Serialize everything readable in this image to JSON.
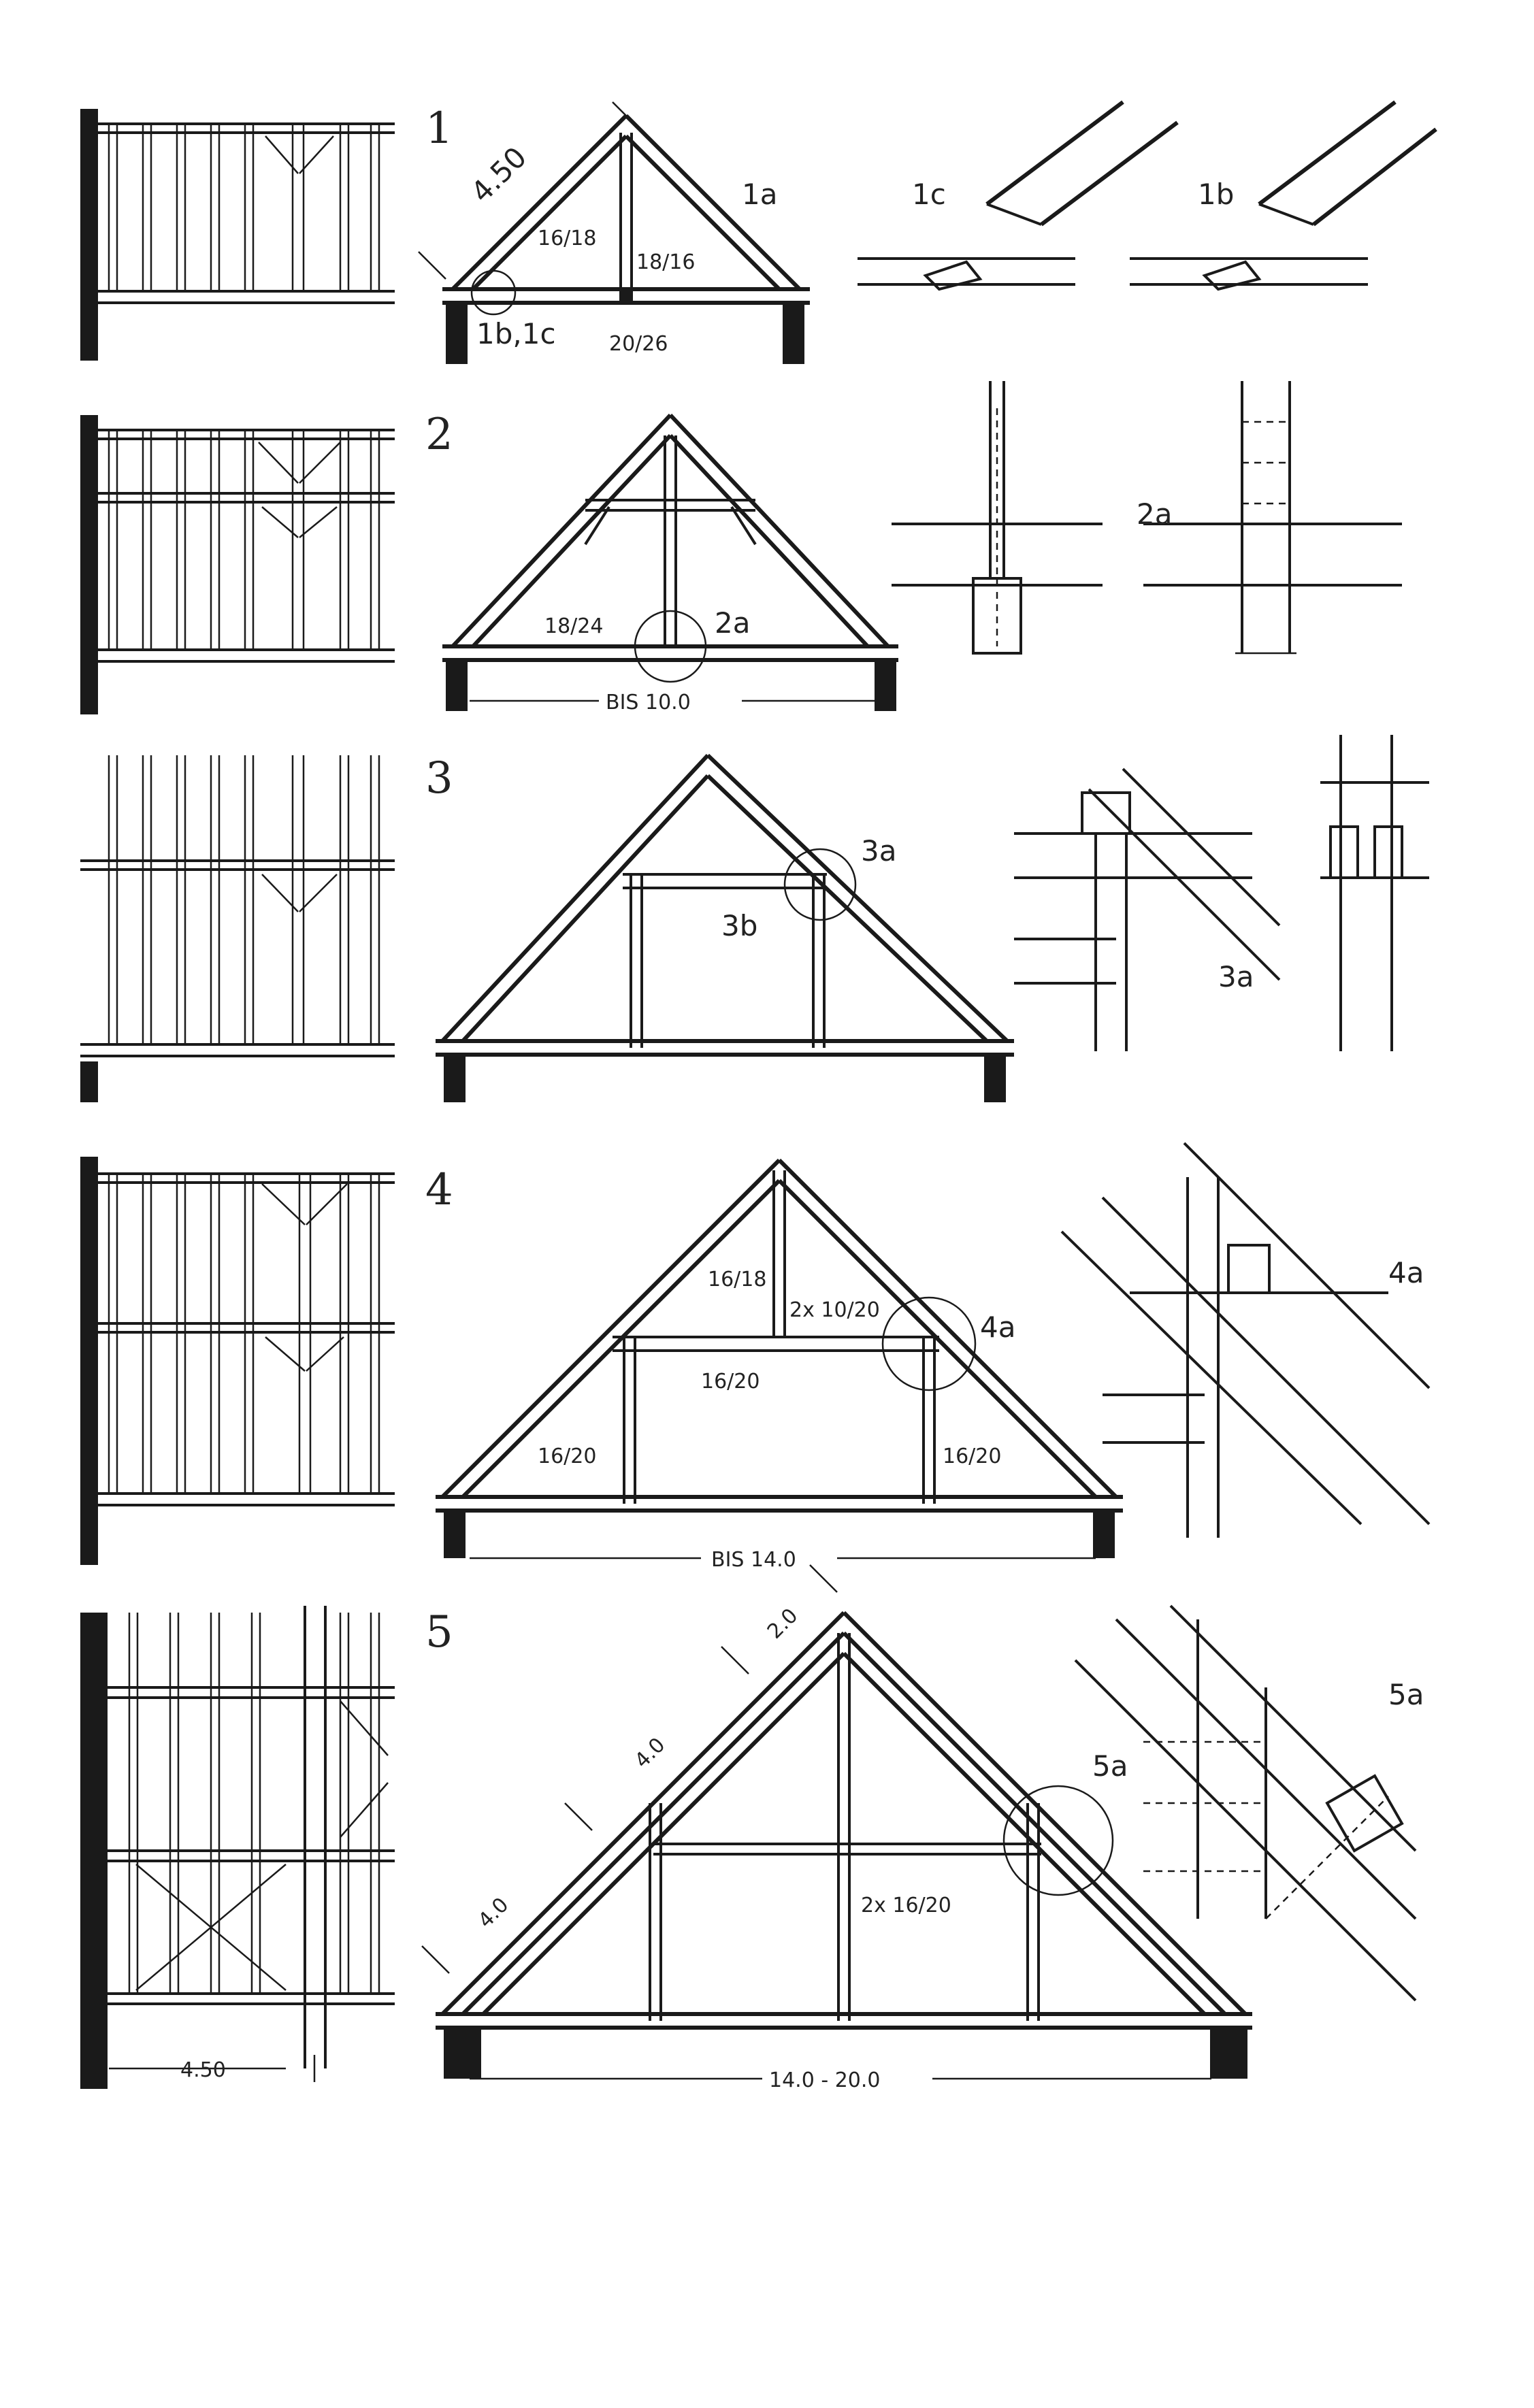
{
  "rows": [
    {
      "number": "1",
      "labels": {
        "main": "1a",
        "joint": "1b,1c",
        "detail1": "1c",
        "detail2": "1b"
      },
      "dims": {
        "span": "4.50",
        "rafter": "16/18",
        "post": "18/16",
        "beam": "20/26"
      }
    },
    {
      "number": "2",
      "labels": {
        "main": "2a",
        "detail": "2a"
      },
      "dims": {
        "beam": "18/24",
        "span": "BIS 10.0"
      }
    },
    {
      "number": "3",
      "labels": {
        "circle": "3a",
        "collar": "3b",
        "detail": "3a"
      }
    },
    {
      "number": "4",
      "labels": {
        "circle": "4a",
        "detail": "4a"
      },
      "dims": {
        "rafter": "16/18",
        "pair": "2x 10/20",
        "collar": "16/20",
        "left": "16/20",
        "right": "16/20",
        "span": "BIS 14.0"
      }
    },
    {
      "number": "5",
      "labels": {
        "circle": "5a",
        "detail": "5a"
      },
      "dims": {
        "seg1": "2.0",
        "seg2": "4.0",
        "seg3": "4.0",
        "post": "2x 16/20",
        "span": "14.0 - 20.0",
        "bay": "4.50"
      }
    }
  ]
}
